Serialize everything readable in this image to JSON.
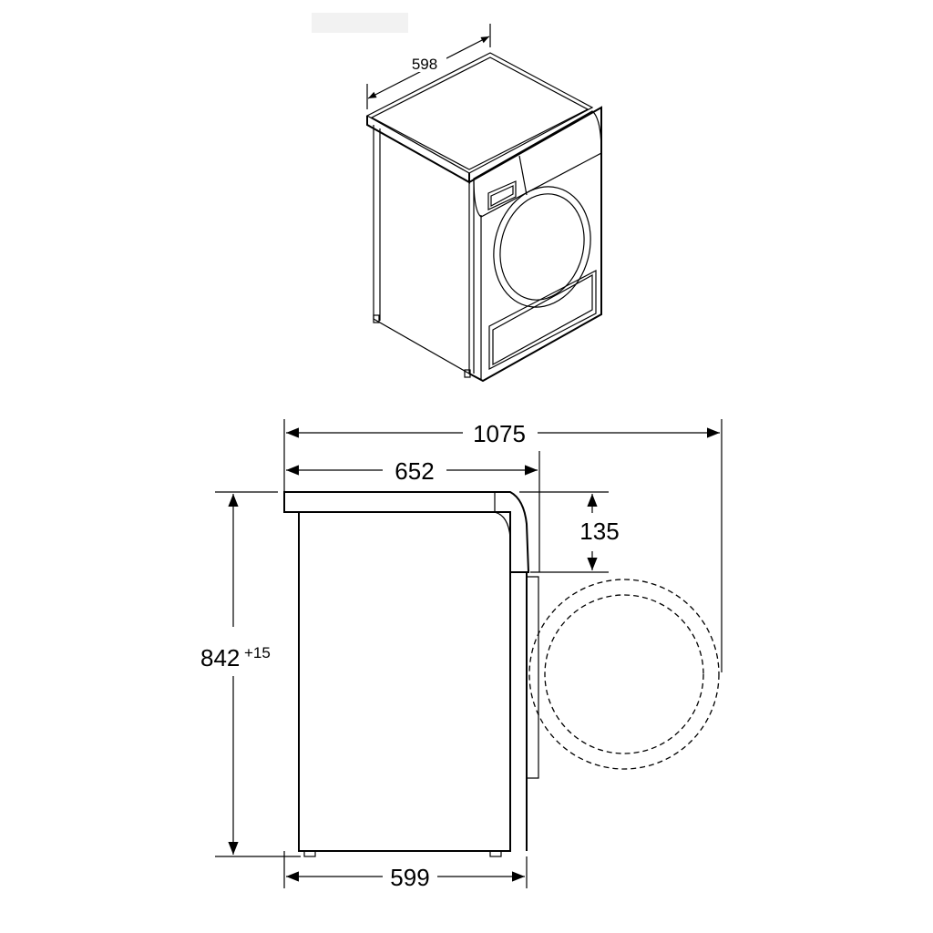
{
  "dimensions": {
    "top_width": "598",
    "total_depth_door_open": "1075",
    "depth": "652",
    "control_height": "135",
    "height": "842",
    "height_tolerance": "+15",
    "width": "599"
  }
}
